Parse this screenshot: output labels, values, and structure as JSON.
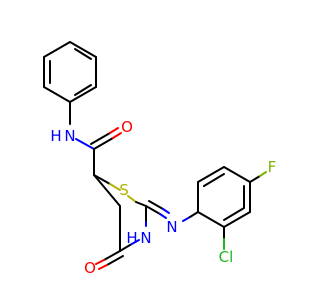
{
  "atoms": {
    "amide_nh": "N",
    "amide_nh_h": "H",
    "amide_o": "O",
    "ring_s": "S",
    "ring_nh": "N",
    "ring_nh_h": "H",
    "ring_o": "O",
    "imine_n": "N",
    "cl": "Cl",
    "f": "F"
  },
  "colors": {
    "carbon": "#000000",
    "nitrogen": "#0000ff",
    "oxygen": "#ff0000",
    "sulfur": "#b2b200",
    "chlorine": "#1fb81f",
    "fluorine": "#7fb200"
  }
}
